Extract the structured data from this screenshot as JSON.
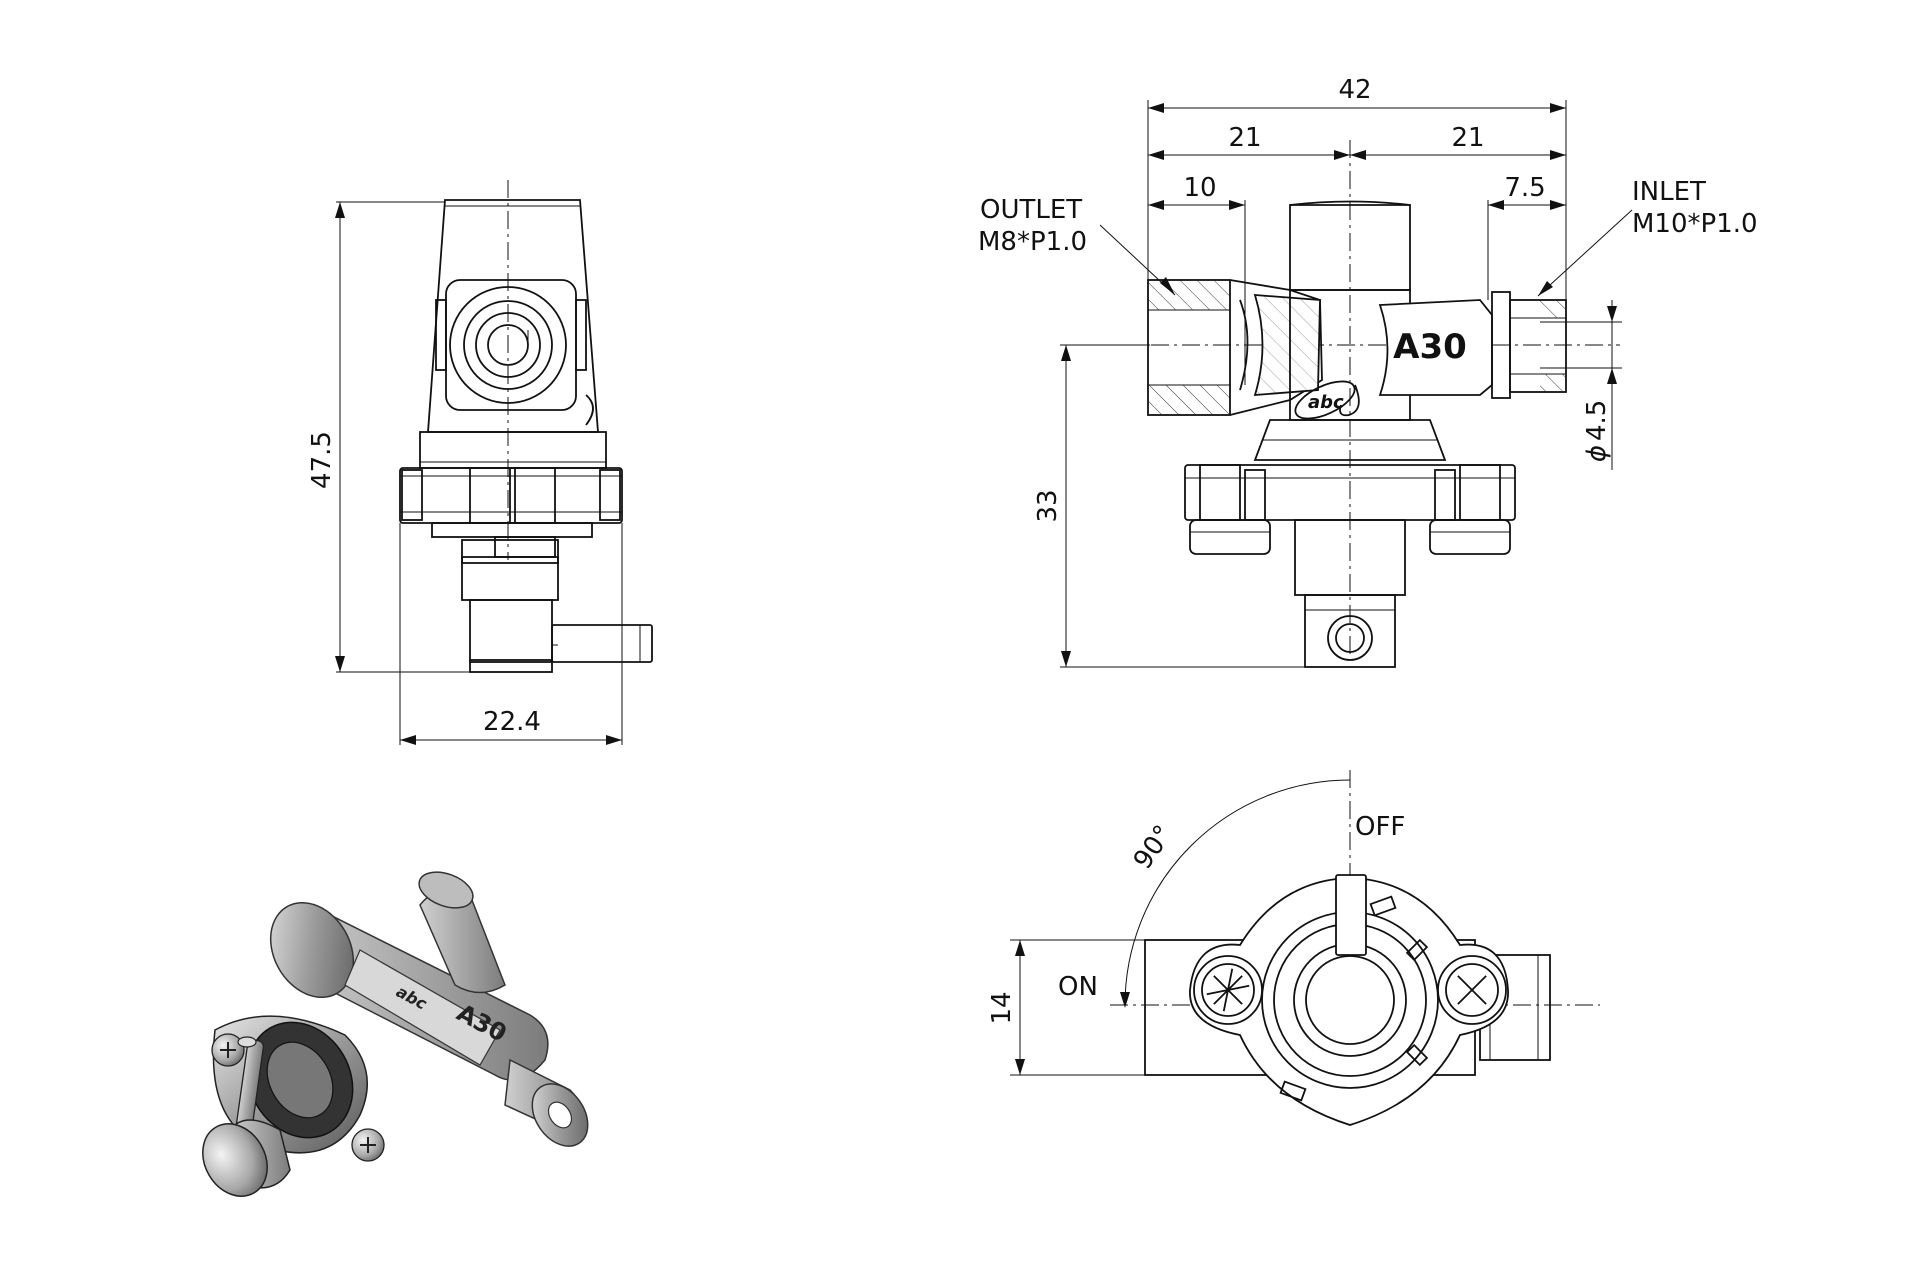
{
  "dimensions": {
    "height_overall": "47.5",
    "width_front": "22.4",
    "length_overall": "42",
    "half_left": "21",
    "half_right": "21",
    "outlet_thread_len": "10",
    "inlet_thread_len": "7.5",
    "height_axis": "33",
    "inlet_bore": "4.5",
    "bore_symbol": "ϕ",
    "handle_offset": "14",
    "rotation_angle": "90°"
  },
  "labels": {
    "outlet_title": "OUTLET",
    "outlet_thread": "M8*P1.0",
    "inlet_title": "INLET",
    "inlet_thread": "M10*P1.0",
    "off": "OFF",
    "on": "ON",
    "model_mark": "A30",
    "logo": "abc"
  }
}
